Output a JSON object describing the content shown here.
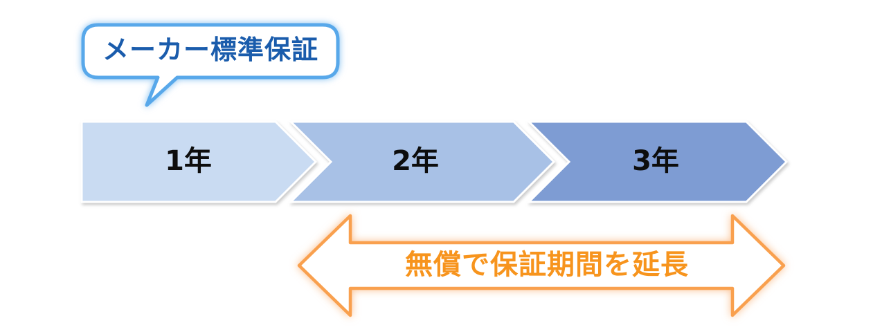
{
  "callout": {
    "label": "メーカー標準保証",
    "text_color": "#1a5cac",
    "border_color": "#58a8ea",
    "fill": "#ffffff"
  },
  "timeline": {
    "steps": [
      {
        "label": "1年",
        "fill": "#c9dbf2"
      },
      {
        "label": "2年",
        "fill": "#a8c1e6"
      },
      {
        "label": "3年",
        "fill": "#7e9cd3"
      }
    ],
    "border_color": "#ffffff"
  },
  "extension": {
    "label": "無償で保証期間を延長",
    "text_color": "#f7941d",
    "border_color": "#f9a04e",
    "fill": "#ffffff"
  }
}
